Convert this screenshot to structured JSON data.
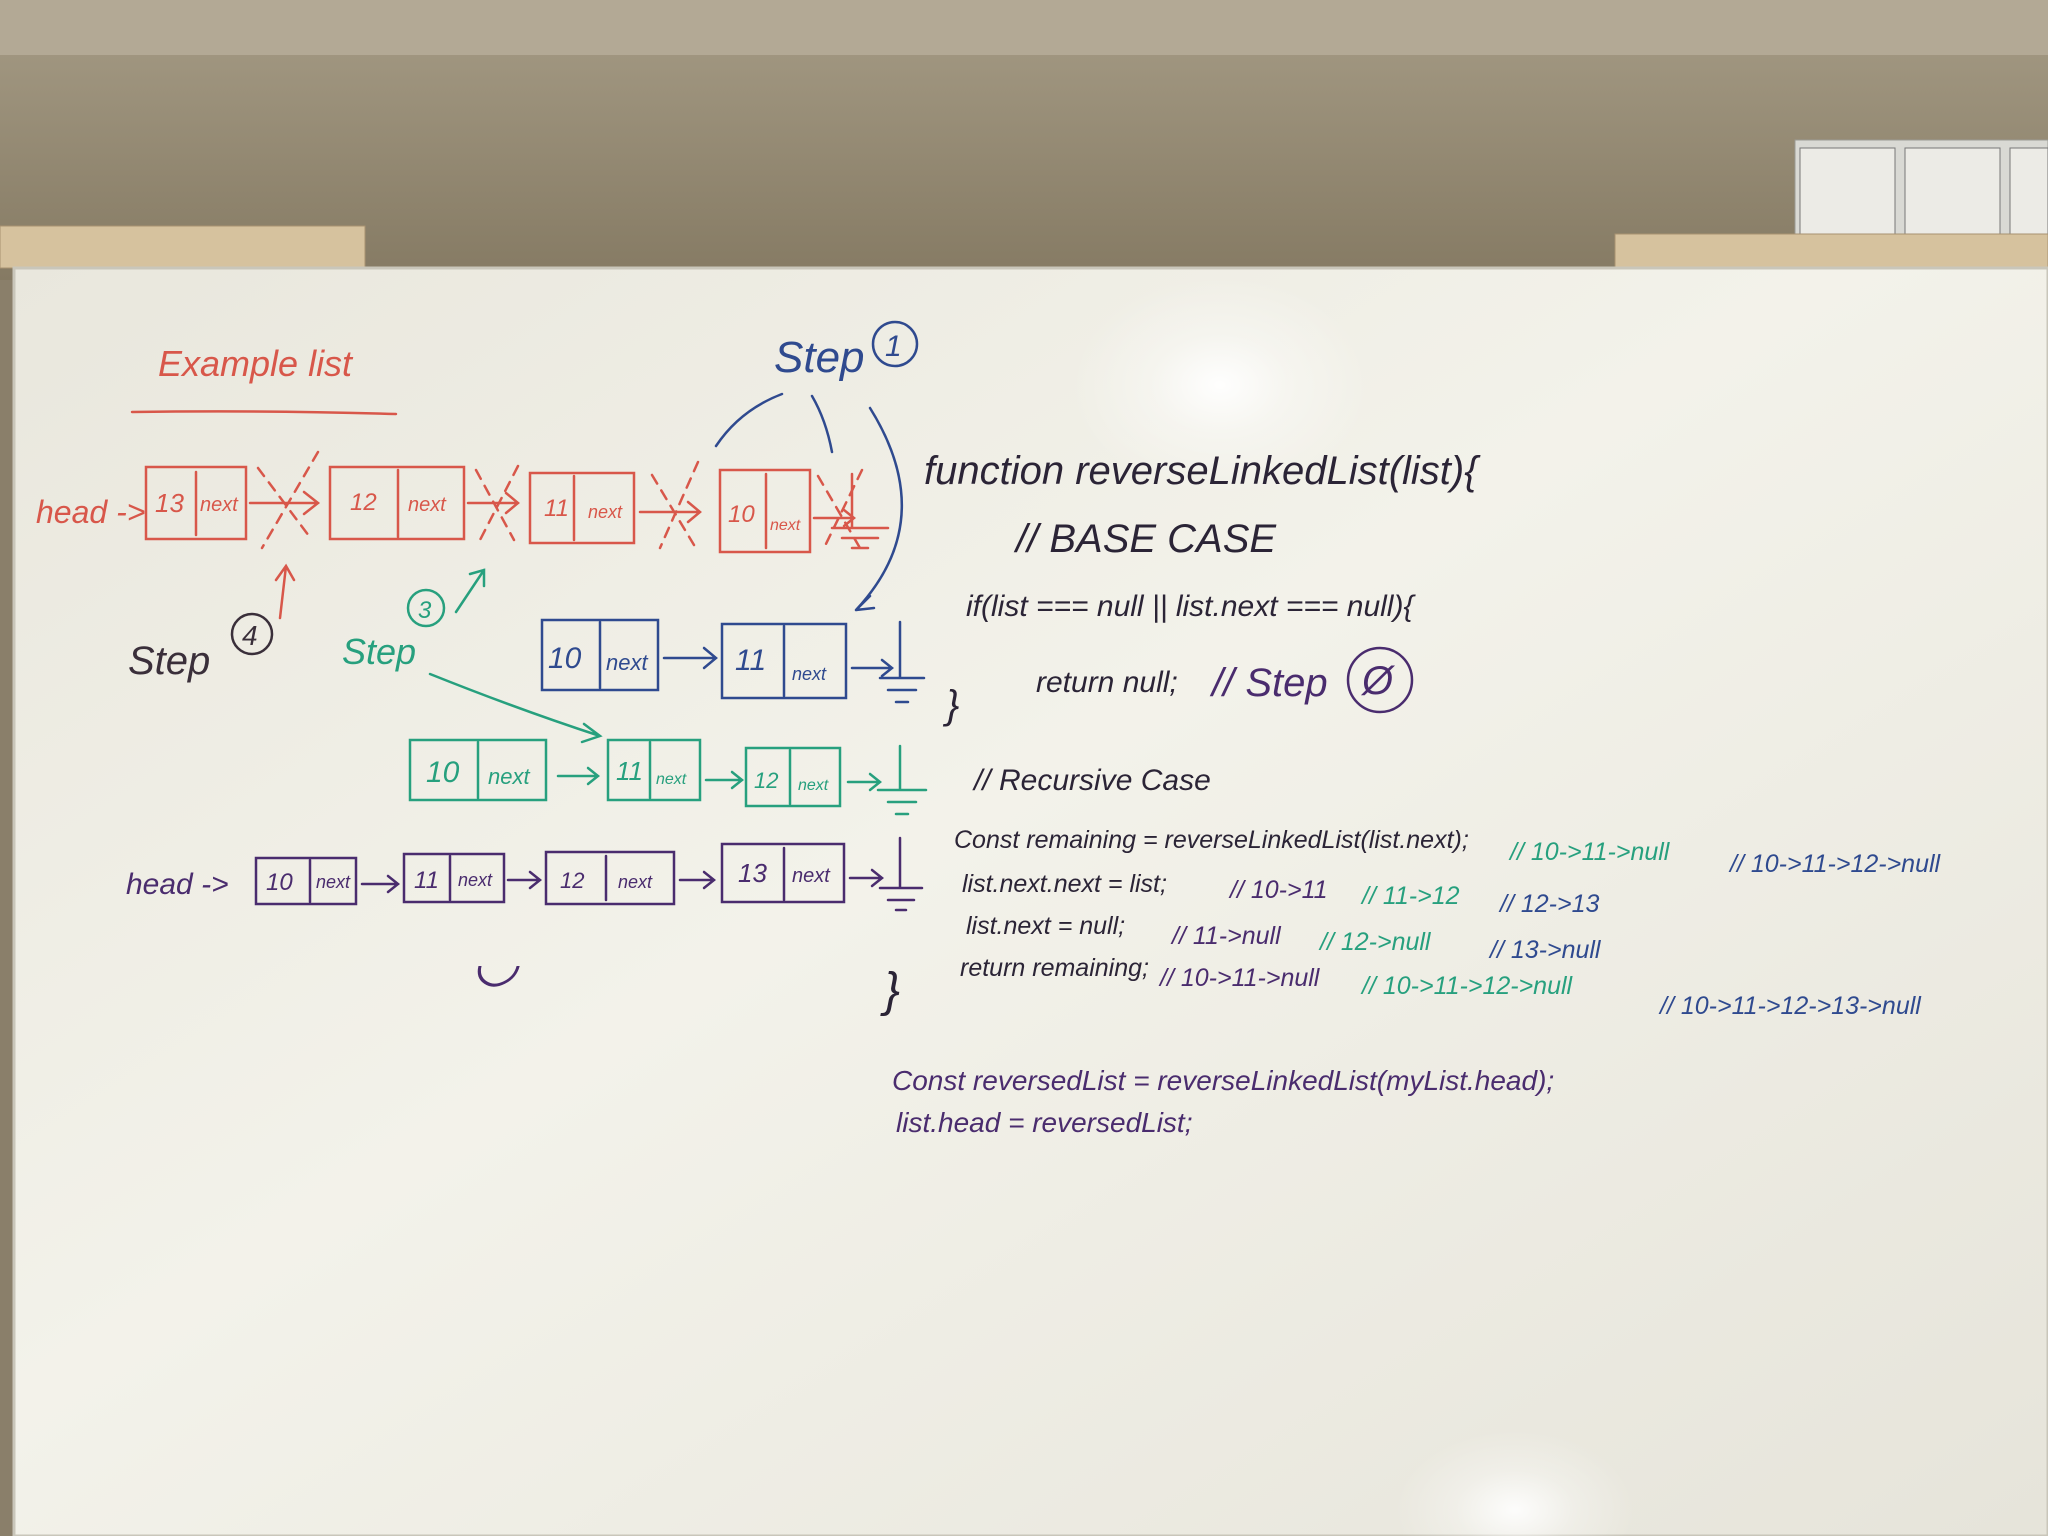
{
  "colors": {
    "red": "#d8574a",
    "blue": "#2f4a8f",
    "teal": "#27a07e",
    "purple": "#4a2c6e",
    "board": "#f1f0e8",
    "wall": "#8d816b"
  },
  "red_section": {
    "title": "Example list",
    "head": "head ->",
    "nodes": [
      "13",
      "12",
      "11",
      "10"
    ],
    "next": "next",
    "step_label": "Step",
    "step_number": "4"
  },
  "blue_section": {
    "step_label": "Step",
    "step_number": "1",
    "nodes": [
      "10",
      "11"
    ],
    "next": "next"
  },
  "teal_section": {
    "step_label": "Step",
    "step_number": "3",
    "nodes": [
      "10",
      "11",
      "12"
    ],
    "next": "next"
  },
  "purple_section": {
    "head": "head ->",
    "nodes": [
      "10",
      "11",
      "12",
      "13"
    ],
    "next": "next",
    "smiley": "◡"
  },
  "code": {
    "signature": "function reverseLinkedList(list){",
    "base_comment": "// BASE CASE",
    "if_line": "if(list === null || list.next === null){",
    "return_null": "return null;",
    "step0_comment": "// Step",
    "step0_number": "Ø",
    "close_inner": "}",
    "recursive_comment": "// Recursive Case",
    "line_remaining": "Const remaining = reverseLinkedList(list.next);",
    "line_remaining_c1": "// 10->11->null",
    "line_remaining_c2": "// 10->11->12->null",
    "line_nextnext": "list.next.next = list;",
    "line_nextnext_c1": "// 10->11",
    "line_nextnext_c2": "// 11->12",
    "line_nextnext_c3": "// 12->13",
    "line_nextnull": "list.next = null;",
    "line_nextnull_c1": "// 11->null",
    "line_nextnull_c2": "// 12->null",
    "line_nextnull_c3": "// 13->null",
    "line_return": "return remaining;",
    "line_return_c1": "// 10->11->null",
    "line_return_c2": "// 10->11->12->null",
    "line_return_c3": "// 10->11->12->13->null",
    "close_outer": "}",
    "call_line": "Const reversedList = reverseLinkedList(myList.head);",
    "assign_line": "list.head = reversedList;"
  }
}
